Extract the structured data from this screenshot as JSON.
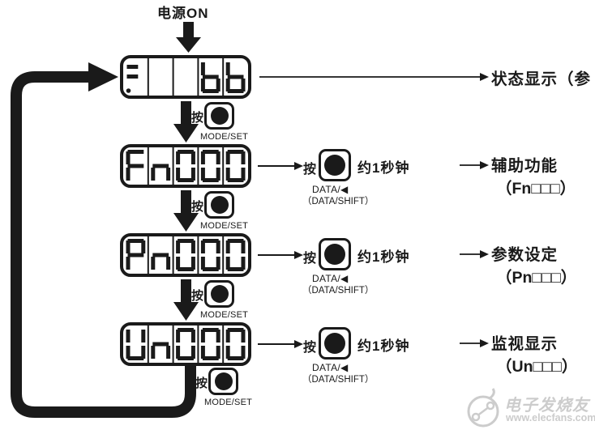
{
  "meta": {
    "bg": "#ffffff",
    "ink": "#1a1a1a",
    "watermark_color": "#cccccc"
  },
  "power_on": {
    "label": "电源ON"
  },
  "flow": {
    "press_label": "按",
    "mode_set_label": "MODE/SET",
    "hold_label": "约1秒钟",
    "data_btn_line1": "DATA/◀",
    "data_btn_line2": "（DATA/SHIFT）"
  },
  "displays": [
    {
      "name": "status-display",
      "cells": [
        "=.",
        "",
        "",
        "b",
        "b"
      ],
      "reading": "-.  bb"
    },
    {
      "name": "fn-display",
      "cells": [
        "F",
        "n",
        "0",
        "0",
        "0"
      ],
      "reading": "Fn000"
    },
    {
      "name": "pn-display",
      "cells": [
        "P",
        "n",
        "0",
        "0",
        "0"
      ],
      "reading": "Pn000"
    },
    {
      "name": "un-display",
      "cells": [
        "U",
        "n",
        "0",
        "0",
        "0"
      ],
      "reading": "Un000"
    }
  ],
  "right_labels": [
    {
      "line1": "状态显示（参",
      "line2": ""
    },
    {
      "line1": "辅助功能",
      "line2": "（Fn□□□）"
    },
    {
      "line1": "参数设定",
      "line2": "（Pn□□□）"
    },
    {
      "line1": "监视显示",
      "line2": "（Un□□□）"
    }
  ],
  "watermark": {
    "title": "电子发烧友",
    "url": "www.elecfans.com"
  }
}
